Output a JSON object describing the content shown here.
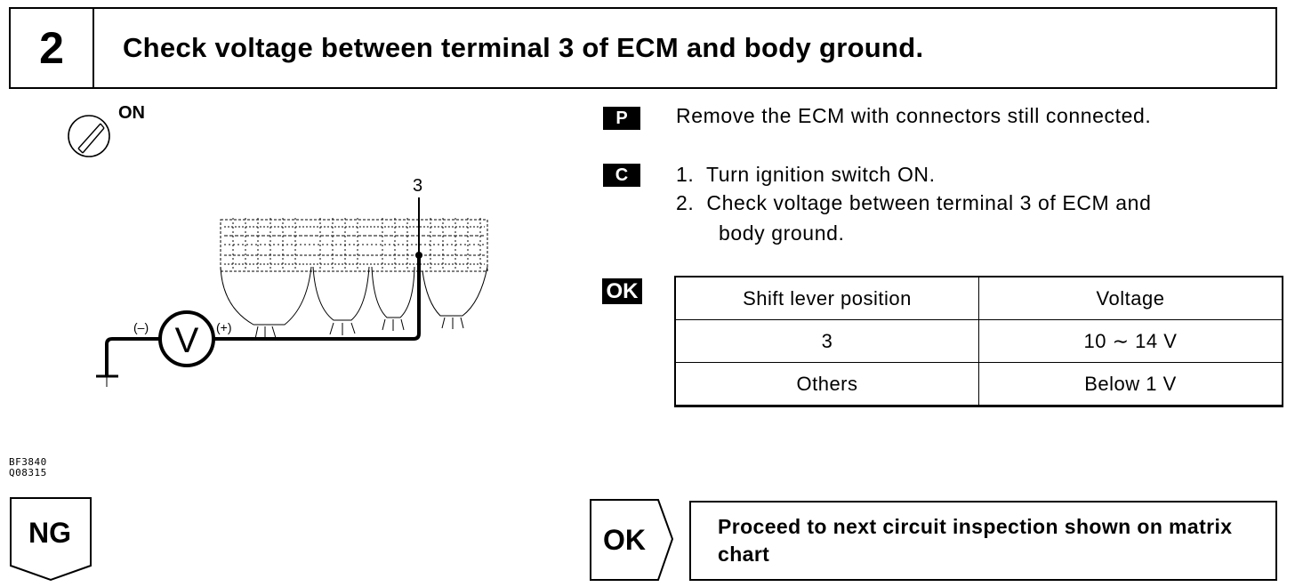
{
  "step": {
    "number": "2",
    "title": "Check voltage between terminal 3 of ECM and body ground."
  },
  "diagram": {
    "ignition_label": "ON",
    "terminal_label": "3",
    "meter_symbol": "V",
    "minus_label": "(–)",
    "plus_label": "(+)",
    "figure_codes": [
      "BF3840",
      "Q08315"
    ]
  },
  "badges": {
    "prep": "P",
    "check": "C",
    "ok": "OK"
  },
  "prep_text": "Remove the ECM with connectors still connected.",
  "check_steps": [
    "1.  Turn ignition switch ON.",
    "2.  Check voltage between terminal 3 of ECM and",
    "body ground."
  ],
  "table": {
    "headers": [
      "Shift lever position",
      "Voltage"
    ],
    "rows": [
      [
        "3",
        "10 ∼ 14 V"
      ],
      [
        "Others",
        "Below 1 V"
      ]
    ]
  },
  "results": {
    "ng_label": "NG",
    "ok_label": "OK",
    "ok_action": "Proceed to next circuit inspection shown on matrix chart"
  }
}
